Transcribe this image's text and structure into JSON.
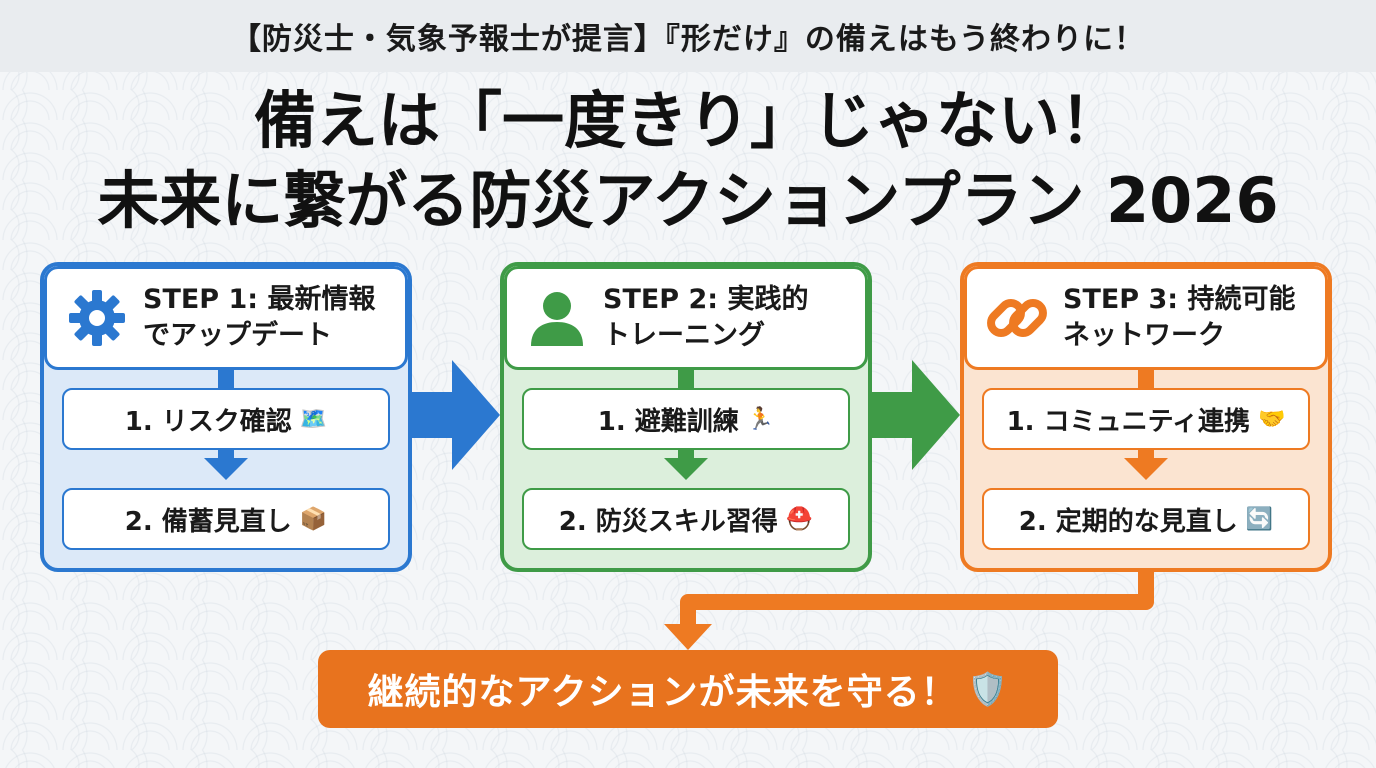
{
  "header": {
    "banner": "【防災士・気象予報士が提言】『形だけ』の備えはもう終わりに！",
    "title_line1": "備えは「一度きり」じゃない！",
    "title_line2": "未来に繋がる防災アクションプラン 2026"
  },
  "steps": [
    {
      "title_line1": "STEP 1: 最新情報",
      "title_line2": "でアップデート",
      "icon": "gear-icon",
      "color": "#2b78d0",
      "items": [
        {
          "label": "1. リスク確認",
          "emoji": "🗺️"
        },
        {
          "label": "2. 備蓄見直し",
          "emoji": "📦"
        }
      ]
    },
    {
      "title_line1": "STEP 2: 実践的",
      "title_line2": "トレーニング",
      "icon": "person-icon",
      "color": "#3f9b47",
      "items": [
        {
          "label": "1. 避難訓練",
          "emoji": "🏃"
        },
        {
          "label": "2. 防災スキル習得",
          "emoji": "⛑️"
        }
      ]
    },
    {
      "title_line1": "STEP 3: 持続可能",
      "title_line2": "ネットワーク",
      "icon": "chain-link-icon",
      "color": "#ee7a22",
      "items": [
        {
          "label": "1. コミュニティ連携",
          "emoji": "🤝"
        },
        {
          "label": "2. 定期的な見直し",
          "emoji": "🔄"
        }
      ]
    }
  ],
  "conclusion": {
    "label": "継続的なアクションが未来を守る！",
    "emoji": "🛡️"
  }
}
